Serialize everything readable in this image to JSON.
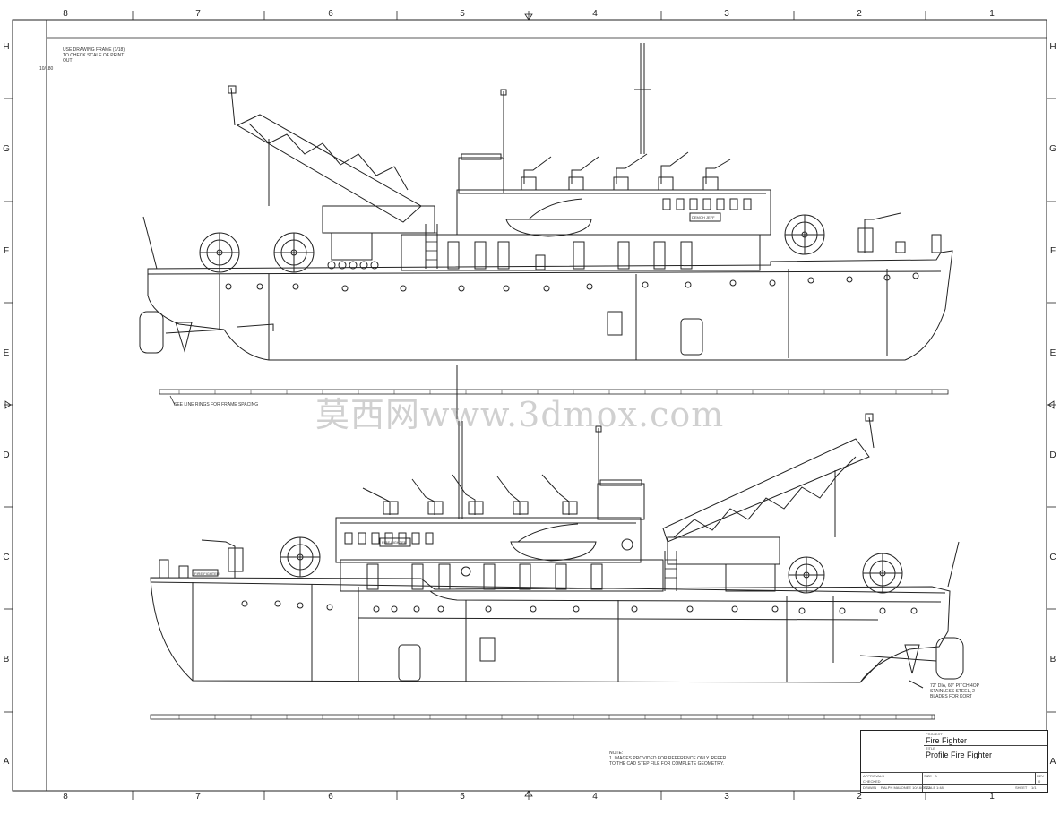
{
  "frame": {
    "columns": [
      "8",
      "7",
      "6",
      "5",
      "4",
      "3",
      "2",
      "1"
    ],
    "rows": [
      "H",
      "G",
      "F",
      "E",
      "D",
      "C",
      "B",
      "A"
    ]
  },
  "notes": {
    "scale_check": "USE DRAWING FRAME (1/18) TO CHECK SCALE OF PRINT OUT",
    "frame_label": "10/180",
    "frame_spacing": "SEE LINE RINGS FOR FRAME SPACING",
    "propeller": "72\" DIA, 60\" PITCH 4OP STAINLESS STEEL, 2 BLADES FOR KORT",
    "reference_note_title": "NOTE:",
    "reference_note_body": "1. IMAGES PROVIDED FOR REFERENCE ONLY. REFER TO THE CAD STEP FILE FOR COMPLETE GEOMETRY."
  },
  "vessel_labels": {
    "upper_nameplate": "DEMOH JEFF",
    "lower_nameplate": "FIRE FIGHTER",
    "lower_bow_nameplate": "FIRE FIGHTER"
  },
  "title_block": {
    "project_caption": "PROJECT",
    "project": "Fire Fighter",
    "title_caption": "TITLE",
    "title": "Profile Fire Fighter",
    "approved_caption": "APPROVALS",
    "checked_caption": "CHECKED",
    "drawn_caption": "DRAWN",
    "drawn_by": "Ralph Malonee 10/16/2022",
    "size_caption": "SIZE",
    "size": "B",
    "scale_caption": "SCALE",
    "scale": "1:48",
    "sheet_caption": "SHEET",
    "sheet": "1/1",
    "rev_caption": "REV",
    "rev": "0"
  },
  "watermark": "莫西网www.3dmox.com"
}
